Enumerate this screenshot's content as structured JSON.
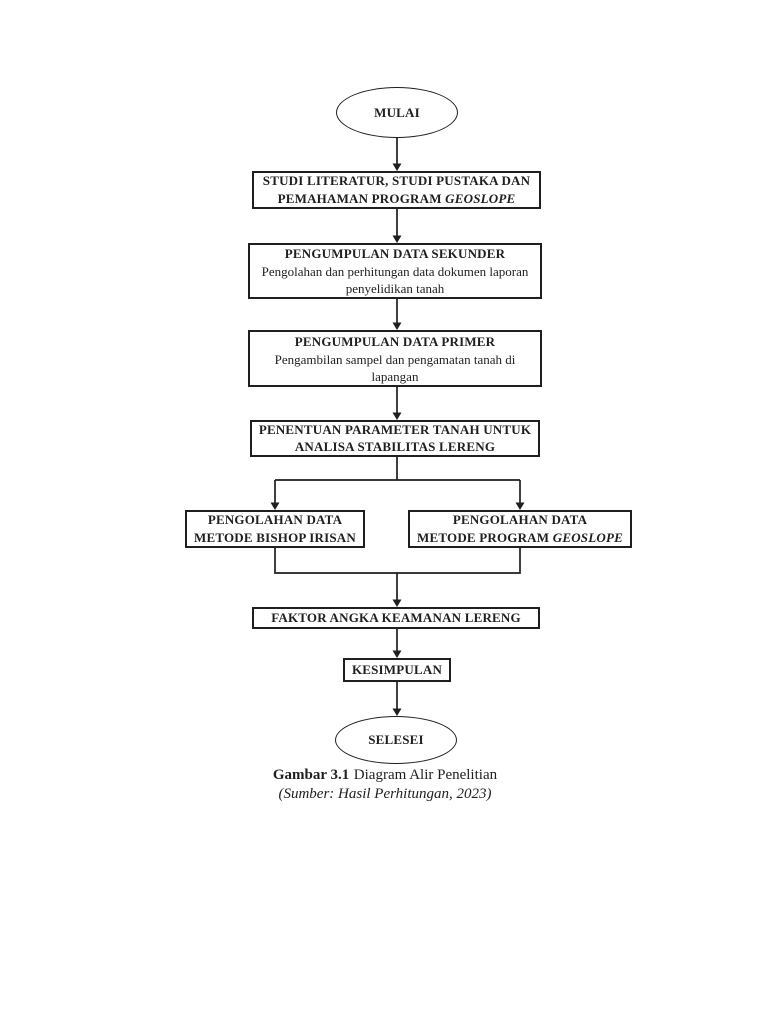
{
  "colors": {
    "ink": "#1f1f1f",
    "page_background": "#ffffff"
  },
  "flowchart": {
    "start_label": "MULAI",
    "box_literatur": {
      "line1": "STUDI LITERATUR, STUDI PUSTAKA DAN",
      "line2_prefix": "PEMAHAMAN PROGRAM",
      "line2_italic": "GEOSLOPE"
    },
    "box_sekunder": {
      "title": "PENGUMPULAN DATA SEKUNDER",
      "desc": "Pengolahan dan perhitungan data dokumen laporan penyelidikan tanah"
    },
    "box_primer": {
      "title": "PENGUMPULAN DATA PRIMER",
      "desc": "Pengambilan sampel dan pengamatan tanah di lapangan"
    },
    "box_parameter": {
      "line1": "PENENTUAN PARAMETER TANAH UNTUK",
      "line2": "ANALISA STABILITAS LERENG"
    },
    "box_bishop": {
      "line1": "PENGOLAHAN DATA",
      "line2": "METODE BISHOP IRISAN"
    },
    "box_geoslope": {
      "line1": "PENGOLAHAN DATA",
      "line2_prefix": "METODE PROGRAM",
      "line2_italic": "GEOSLOPE"
    },
    "box_faktor": {
      "title": "FAKTOR ANGKA KEAMANAN LERENG"
    },
    "box_kesimpulan": {
      "title": "KESIMPULAN"
    },
    "end_label": "SELESEI"
  },
  "caption": {
    "figure_label": "Gambar 3.1",
    "figure_title": "Diagram Alir Penelitian",
    "source": "(Sumber: Hasil Perhitungan, 2023)"
  }
}
